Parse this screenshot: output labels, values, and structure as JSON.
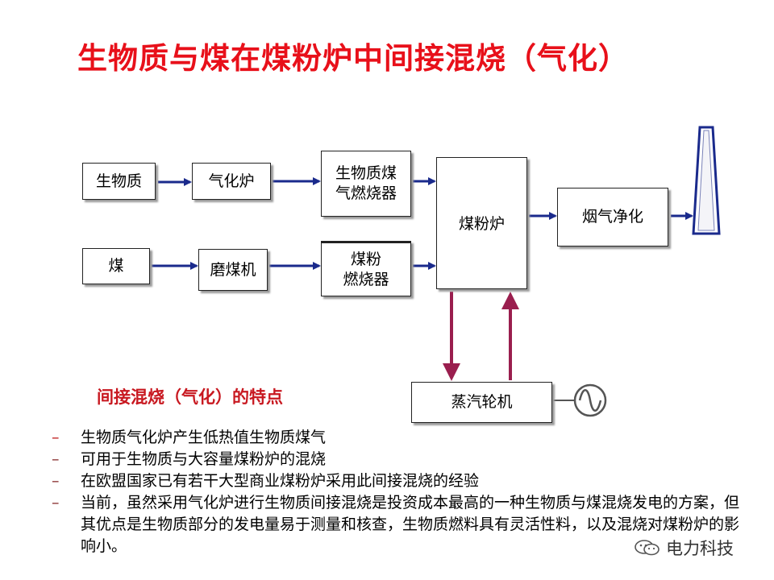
{
  "title": "生物质与煤在煤粉炉中间接混烧（气化）",
  "diagram": {
    "biomass": "生物质",
    "gasifier": "气化炉",
    "biogas_burner": "生物质煤\n气燃烧器",
    "coal": "煤",
    "mill": "磨煤机",
    "coal_burner": "煤粉\n燃烧器",
    "boiler": "煤粉炉",
    "flue_cleaning": "烟气净化",
    "turbine": "蒸汽轮机"
  },
  "colors": {
    "title": "#e8101a",
    "subtitle": "#c81820",
    "flow_arrow": "#1a2a8c",
    "steam_arrow": "#9a1e4e"
  },
  "icons": [
    "chimney-icon",
    "generator-icon",
    "wechat-icon"
  ],
  "section": {
    "subtitle": "间接混烧（气化）的特点",
    "bullets": [
      "生物质气化炉产生低热值生物质煤气",
      "可用于生物质与大容量煤粉炉的混烧",
      "在欧盟国家已有若干大型商业煤粉炉采用此间接混烧的经验",
      "当前，虽然采用气化炉进行生物质间接混烧是投资成本最高的一种生物质与煤混烧发电的方案，但其优点是生物质部分的发电量易于测量和核查，生物质燃料具有灵活性料，以及混烧对煤粉炉的影响小。"
    ],
    "bullet_marker": "–"
  },
  "watermark": "电力科技"
}
